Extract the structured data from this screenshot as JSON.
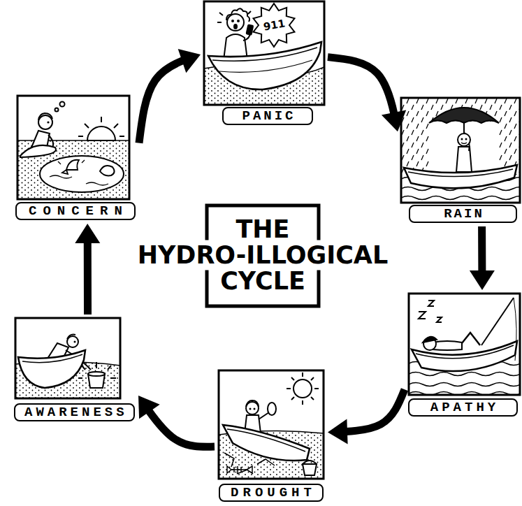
{
  "diagram": {
    "title": "THE HYDRO-ILLOGICAL CYCLE",
    "nodes": [
      {
        "text": [
          "PANIC"
        ]
      },
      {
        "text": [
          "RAIN"
        ]
      },
      {
        "text": [
          "APATHY"
        ]
      },
      {
        "text": [
          "DROUGHT"
        ]
      },
      {
        "text": [
          "AWARENESS"
        ]
      },
      {
        "text": [
          "CONCERN"
        ]
      }
    ],
    "edges": [
      {
        "from": 0,
        "to": 1,
        "arrow": "to"
      },
      {
        "from": 1,
        "to": 2,
        "arrow": "to"
      },
      {
        "from": 2,
        "to": 3,
        "arrow": "to"
      },
      {
        "from": 3,
        "to": 4,
        "arrow": "to"
      },
      {
        "from": 4,
        "to": 5,
        "arrow": "to"
      },
      {
        "from": 5,
        "to": 0,
        "arrow": "to"
      }
    ],
    "labels": [
      "911"
    ]
  }
}
